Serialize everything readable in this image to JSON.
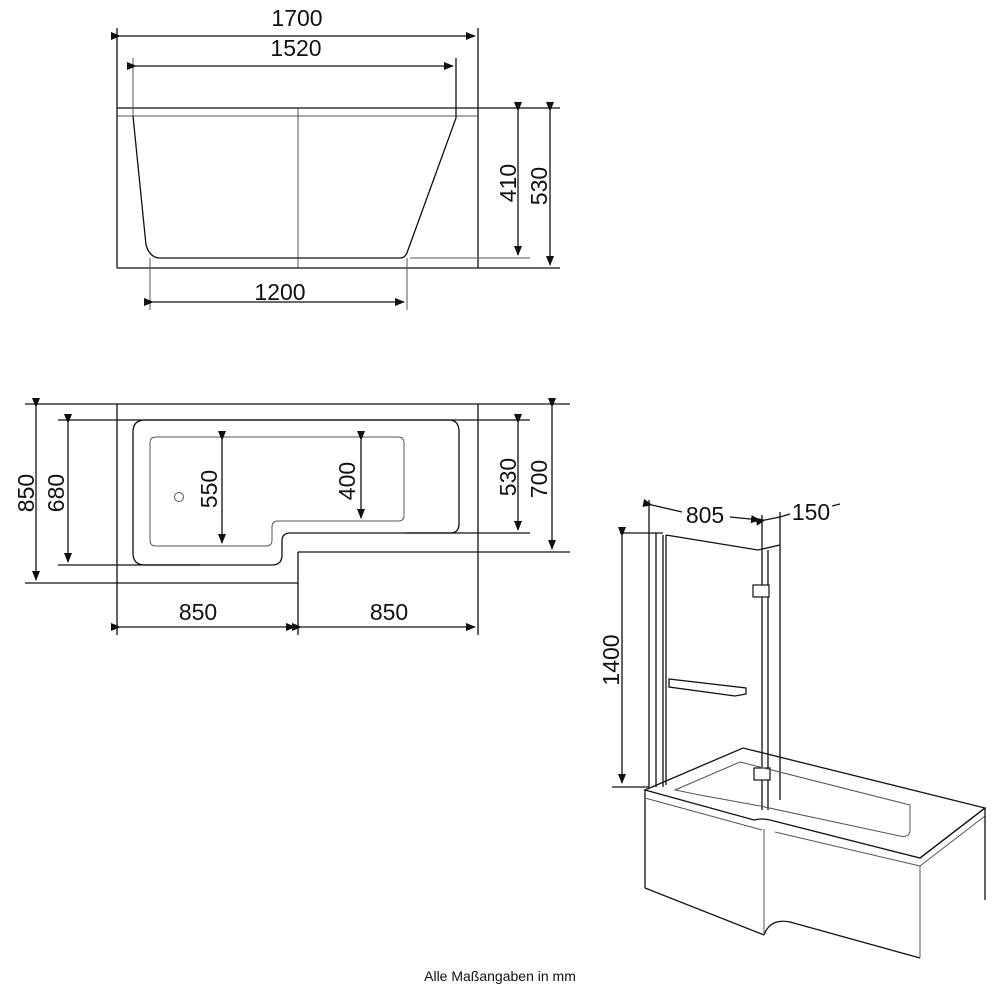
{
  "side_view": {
    "overall_length": "1700",
    "rim_length": "1520",
    "bottom_length": "1200",
    "inner_depth": "410",
    "total_height": "530"
  },
  "top_view": {
    "total_width": "850",
    "inner_outline_width": "680",
    "basin_wide_depth": "550",
    "basin_narrow_depth": "400",
    "narrow_outer_depth": "530",
    "narrow_total_width": "700",
    "left_segment_length": "850",
    "right_segment_length": "850"
  },
  "perspective_view": {
    "screen_width": "805",
    "swing_panel_width": "150",
    "screen_height": "1400"
  },
  "footer": {
    "note": "Alle Maßangaben in mm"
  },
  "colors": {
    "line": "#111111",
    "thin_line": "#555555",
    "background": "#ffffff"
  }
}
